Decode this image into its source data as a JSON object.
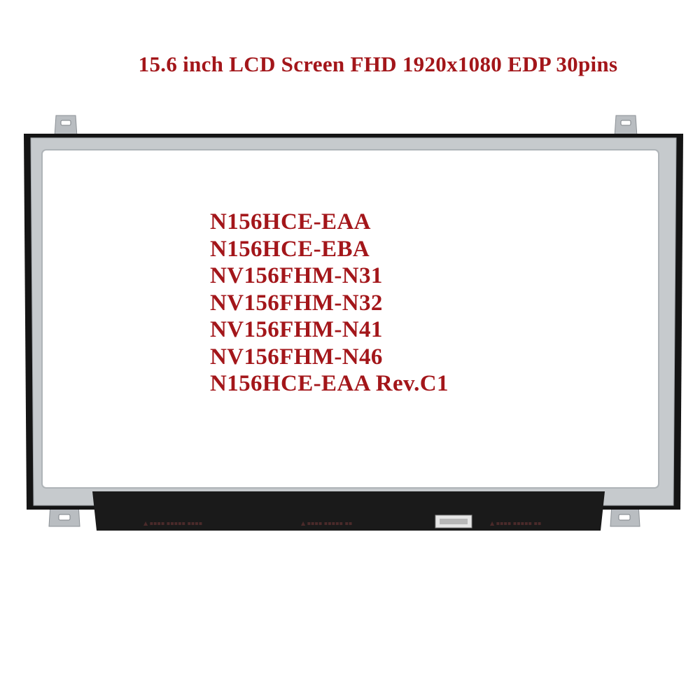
{
  "product": {
    "title": "15.6 inch LCD Screen FHD 1920x1080 EDP 30pins",
    "title_color": "#a3161a",
    "models": [
      "N156HCE-EAA",
      "N156HCE-EBA",
      "NV156FHM-N31",
      "NV156FHM-N32",
      "NV156FHM-N41",
      "NV156FHM-N46",
      "N156HCE-EAA Rev.C1"
    ]
  },
  "colors": {
    "bezel": "#111111",
    "frame": "#c8ccd0",
    "panel": "#ffffff"
  }
}
